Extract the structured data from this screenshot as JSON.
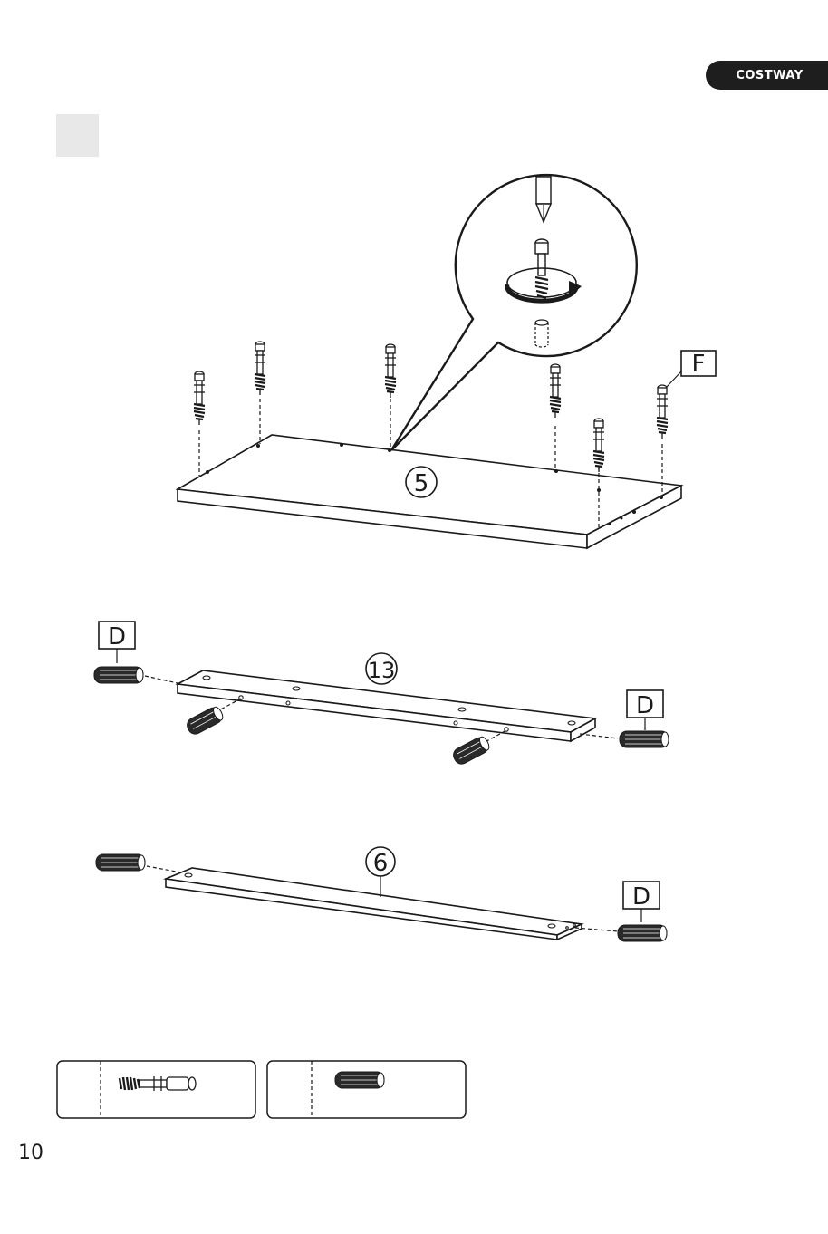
{
  "brand": {
    "name": "COSTWAY"
  },
  "page": {
    "number": "10"
  },
  "parts": {
    "board_5": "5",
    "board_13": "13",
    "board_6": "6"
  },
  "hardware": {
    "cam_bolt": "F",
    "dowel": "D"
  },
  "colors": {
    "ink": "#1a1a1a",
    "badge": "#1e1e1e",
    "step_box": "#e8e8e8"
  },
  "icons": [
    "screwdriver-icon",
    "rotate-arrow-icon",
    "cam-bolt-icon",
    "dowel-icon"
  ]
}
